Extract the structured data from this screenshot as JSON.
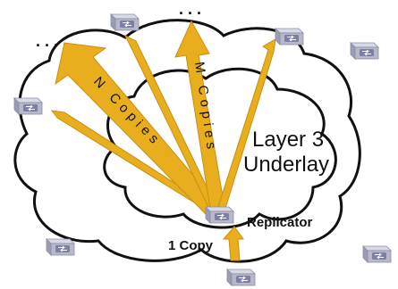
{
  "diagram": {
    "labels": {
      "layer3": "Layer 3",
      "underlay": "Underlay",
      "replicator": "Replicator",
      "one_copy": "1 Copy",
      "n_copies": "N Copies",
      "m_copies": "M Copies",
      "ellipsis": ". . ."
    },
    "node_icon": "network-switch-icon",
    "colors": {
      "arrow_fill": "#E8AE1E",
      "arrow_stroke": "#C98F10",
      "cloud_stroke": "#111111",
      "switch_body": "#B7B9C8",
      "switch_top": "#D9DAE4",
      "switch_face": "#7D7FA5"
    }
  }
}
